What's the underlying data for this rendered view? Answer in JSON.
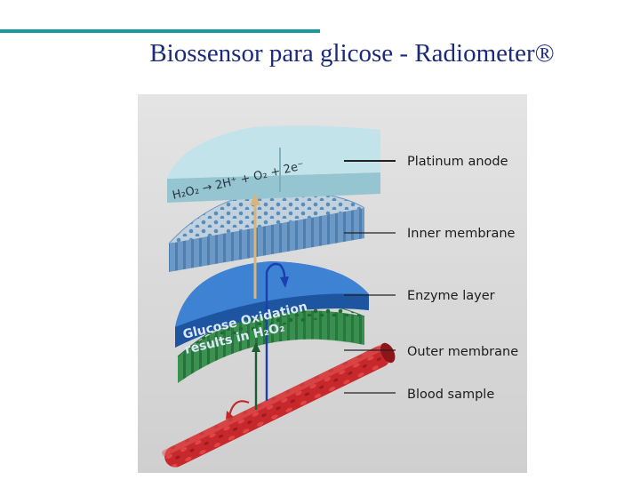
{
  "slide": {
    "title": "Biossensor para glicose - Radiometer®",
    "accent_color": "#1a9a9f",
    "title_color": "#1b2a7a"
  },
  "diagram": {
    "equation": "H₂O₂ → 2H⁺ + O₂ + 2e⁻",
    "enzyme_note_line1": "Glucose Oxidation",
    "enzyme_note_line2": "results in H₂O₂",
    "layers": [
      {
        "label": "Platinum anode",
        "color": "#a9d3dc"
      },
      {
        "label": "Inner membrane",
        "color": "#7aa9d2"
      },
      {
        "label": "Enzyme layer",
        "color": "#2f6fc1"
      },
      {
        "label": "Outer membrane",
        "color": "#3f9a54"
      },
      {
        "label": "Blood sample",
        "color": "#c32a2c"
      }
    ]
  }
}
